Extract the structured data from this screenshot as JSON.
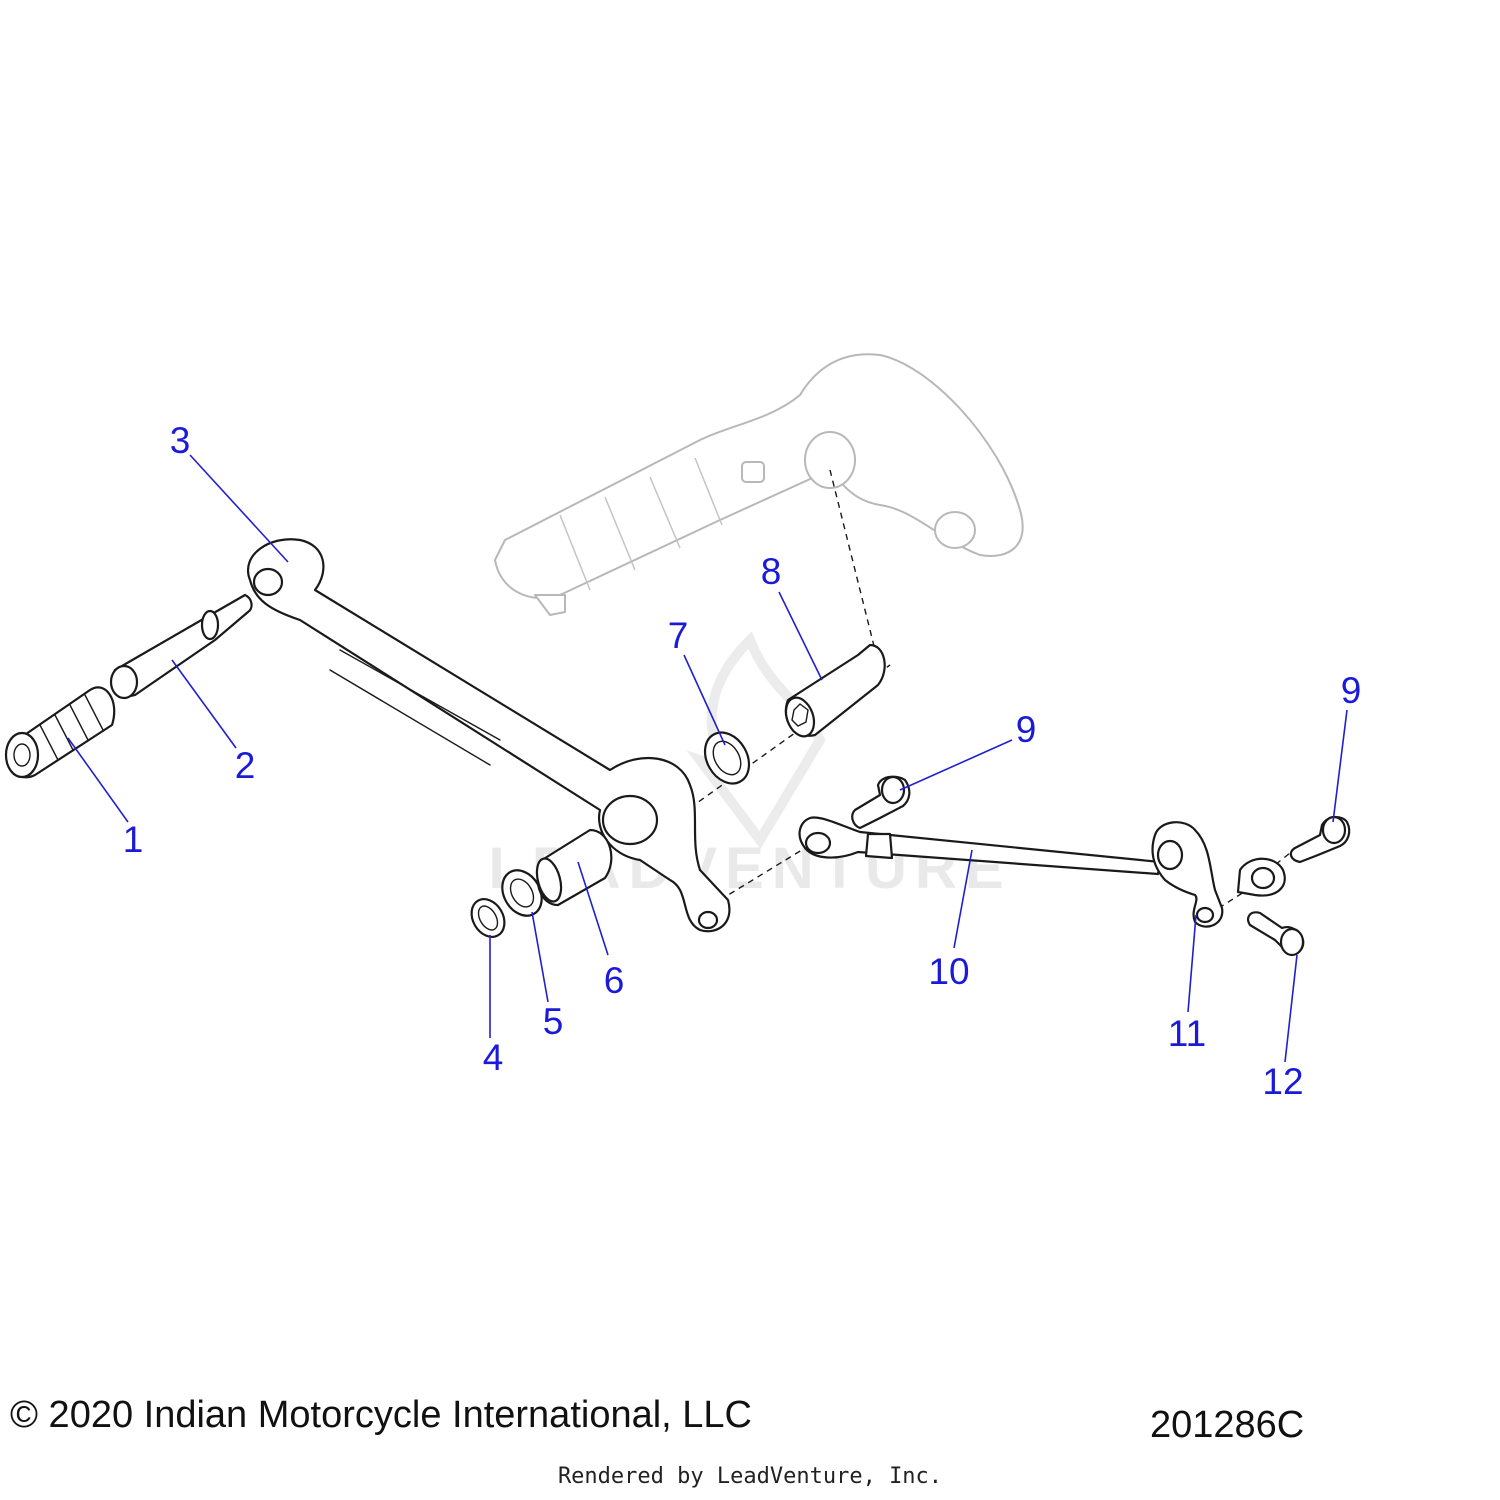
{
  "footer": {
    "copyright": "© 2020 Indian Motorcycle International, LLC",
    "diagram_id": "201286C",
    "render_credit": "Rendered by LeadVenture, Inc."
  },
  "watermark": {
    "text": "LEADVENTURE",
    "icon": "flame-logo-icon"
  },
  "callouts": [
    {
      "id": "c1",
      "label": "1"
    },
    {
      "id": "c2",
      "label": "2"
    },
    {
      "id": "c3",
      "label": "3"
    },
    {
      "id": "c4",
      "label": "4"
    },
    {
      "id": "c5",
      "label": "5"
    },
    {
      "id": "c6",
      "label": "6"
    },
    {
      "id": "c7",
      "label": "7"
    },
    {
      "id": "c8",
      "label": "8"
    },
    {
      "id": "c9a",
      "label": "9"
    },
    {
      "id": "c9b",
      "label": "9"
    },
    {
      "id": "c10",
      "label": "10"
    },
    {
      "id": "c11",
      "label": "11"
    },
    {
      "id": "c12",
      "label": "12"
    }
  ],
  "colors": {
    "callout": "#1a1ad8",
    "line_art": "#1a1a1a",
    "ghost_part": "#b8b8b8"
  }
}
